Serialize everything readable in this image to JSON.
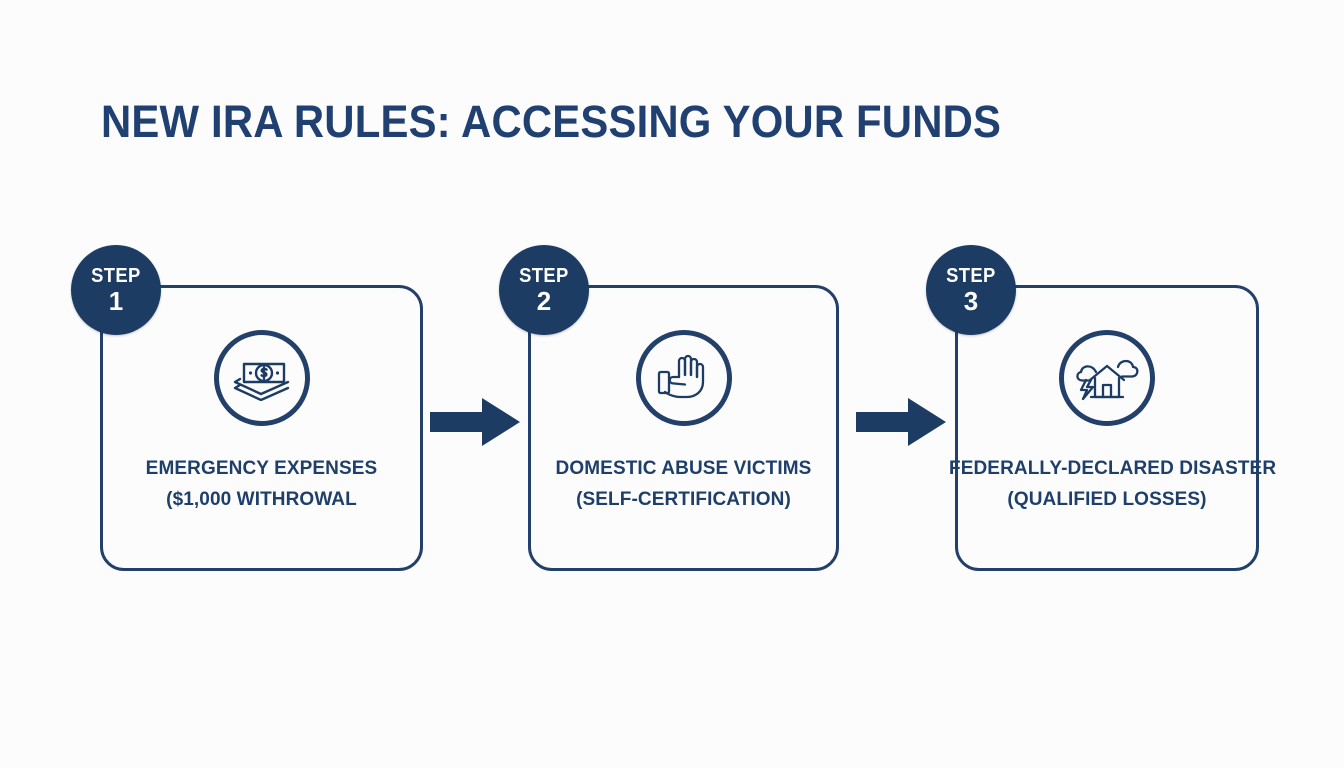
{
  "page": {
    "title": "NEW IRA RULES: ACCESSING YOUR FUNDS",
    "background_color": "#fcfcfd",
    "accent_color": "#1d3c63",
    "text_color": "#1f4070",
    "border_color": "#22406a"
  },
  "steps": [
    {
      "badge_word": "STEP",
      "badge_number": "1",
      "icon": "money-stack-icon",
      "line1": "EMERGENCY EXPENSES",
      "line2": "($1,000 WITHROWAL"
    },
    {
      "badge_word": "STEP",
      "badge_number": "2",
      "icon": "open-hand-icon",
      "line1": "DOMESTIC ABUSE VICTIMS",
      "line2": "(SELF-CERTIFICATION)"
    },
    {
      "badge_word": "STEP",
      "badge_number": "3",
      "icon": "storm-house-icon",
      "line1": "FEDERALLY-DECLARED DISASTER",
      "line2": "(QUALIFIED LOSSES)"
    }
  ],
  "connectors": [
    {
      "name": "arrow-step1-to-step2"
    },
    {
      "name": "arrow-step2-to-step3"
    }
  ]
}
